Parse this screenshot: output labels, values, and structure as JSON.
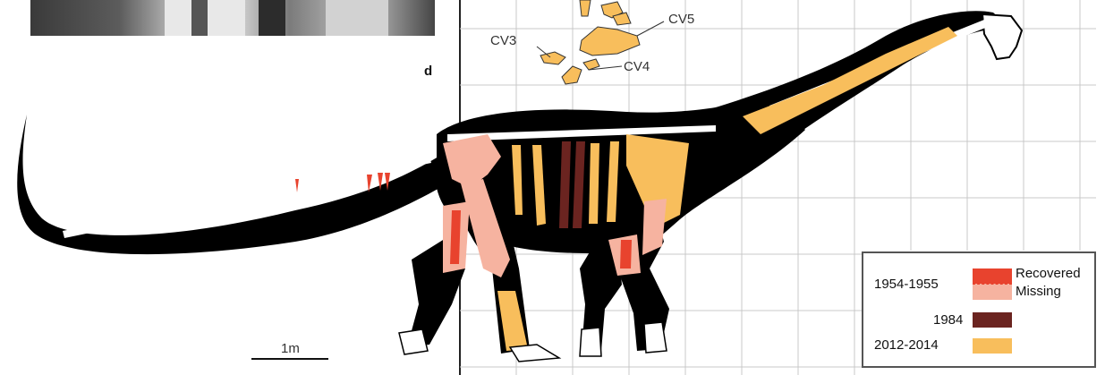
{
  "figure": {
    "panel_label": "d",
    "scale_bar": "1m",
    "vertebra_labels": {
      "cv3": "CV3",
      "cv4": "CV4",
      "cv5": "CV5"
    }
  },
  "legend": {
    "rows": [
      {
        "year": "1954-1955",
        "entries": [
          "Recovered",
          "Missing"
        ]
      },
      {
        "year": "1984"
      },
      {
        "year": "2012-2014"
      }
    ]
  },
  "colors": {
    "recovered_1954": "#e8432e",
    "missing_1954": "#f6b3a0",
    "recovered_1984": "#6b2420",
    "recovered_2012": "#f8be5c",
    "body": "#000000",
    "grid": "#c8c8c8"
  }
}
